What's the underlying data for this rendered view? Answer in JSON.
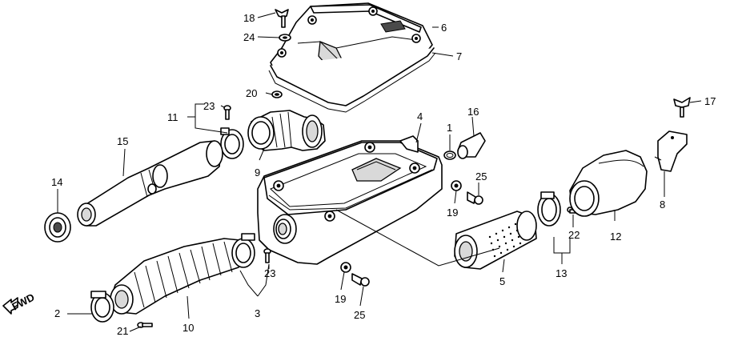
{
  "fwd_label": "FWD",
  "callouts": {
    "c1": "1",
    "c2": "2",
    "c3": "3",
    "c4": "4",
    "c5": "5",
    "c6": "6",
    "c7": "7",
    "c8": "8",
    "c9": "9",
    "c10": "10",
    "c11": "11",
    "c12": "12",
    "c13": "13",
    "c14": "14",
    "c15": "15",
    "c16": "16",
    "c17": "17",
    "c18": "18",
    "c19a": "19",
    "c19b": "19",
    "c20": "20",
    "c21": "21",
    "c22": "22",
    "c23a": "23",
    "c23b": "23",
    "c24": "24",
    "c25a": "25",
    "c25b": "25"
  }
}
